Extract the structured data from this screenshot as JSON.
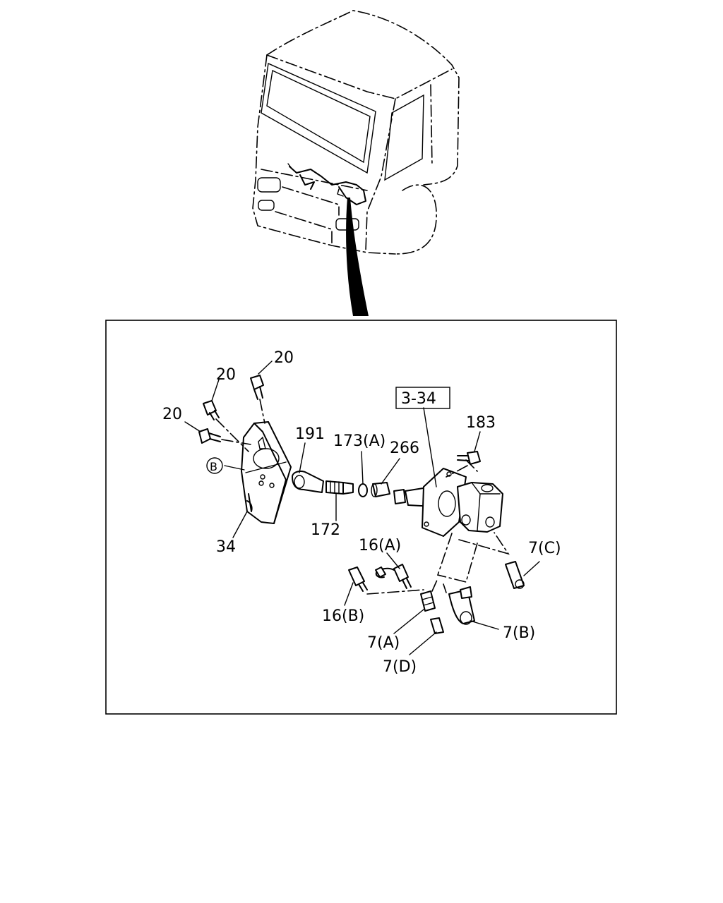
{
  "labels": {
    "p20a": "20",
    "p20b": "20",
    "p20c": "20",
    "pB": "B",
    "p34": "34",
    "p191": "191",
    "p172": "172",
    "p173a": "173(A)",
    "p266": "266",
    "p3_34": "3-34",
    "p183": "183",
    "p16a": "16(A)",
    "p16b": "16(B)",
    "p7a": "7(A)",
    "p7b": "7(B)",
    "p7c": "7(C)",
    "p7d": "7(D)"
  }
}
